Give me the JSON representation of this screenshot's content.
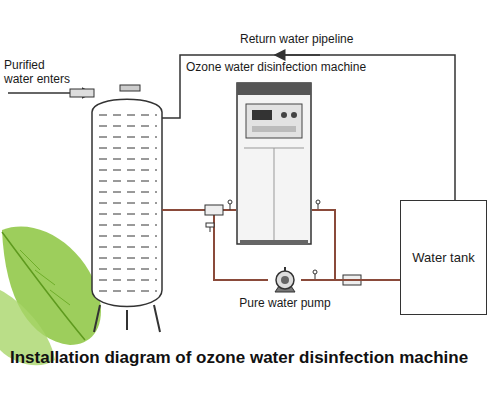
{
  "diagram": {
    "caption": "Installation diagram of ozone water disinfection machine",
    "nodes": [
      {
        "text": [
          "Ozone water disinfection machine"
        ]
      },
      {
        "text": [
          "Water tank"
        ]
      },
      {
        "text": [
          "Pure water pump"
        ]
      }
    ],
    "edges": [
      {
        "from": 0,
        "to": 1,
        "arrow": "none"
      },
      {
        "from": 2,
        "to": 1,
        "arrow": "none"
      }
    ],
    "labels": [
      "Purified water enters",
      "Return water pipeline"
    ]
  }
}
